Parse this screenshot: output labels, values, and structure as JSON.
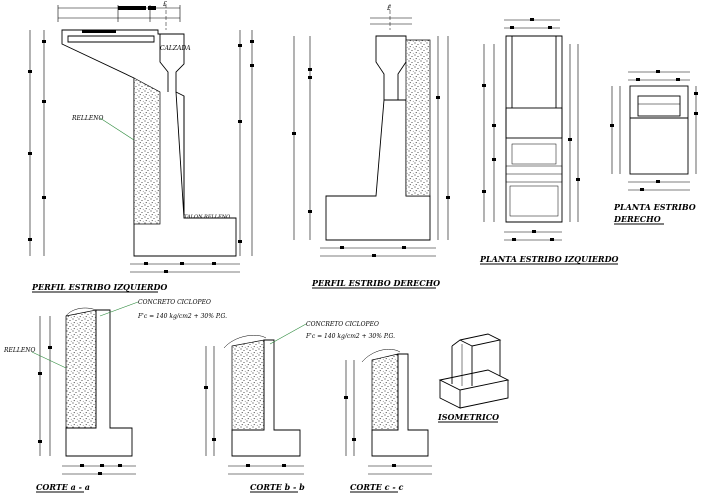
{
  "axis_symbol": "£",
  "labels": {
    "calzada": "CALZADA",
    "relleno": "RELLENO",
    "talon_relleno": "TALON RELLENO",
    "concreto_ciclopeo": "CONCRETO CICLOPEO",
    "fc_spec": "F'c = 140 kg/cm2 + 30% P.G."
  },
  "titles": {
    "perfil_izquierdo": "PERFIL ESTRIBO IZQUIERDO",
    "perfil_derecho": "PERFIL ESTRIBO DERECHO",
    "planta_izquierdo": "PLANTA ESTRIBO IZQUIERDO",
    "planta_derecho_1": "PLANTA ESTRIBO",
    "planta_derecho_2": "DERECHO",
    "corte_a": "CORTE a - a",
    "corte_b": "CORTE b - b",
    "corte_c": "CORTE c - c",
    "isometrico": "ISOMETRICO"
  },
  "colors": {
    "line": "#000000",
    "leader": "#2c8a3c",
    "background": "#ffffff"
  }
}
